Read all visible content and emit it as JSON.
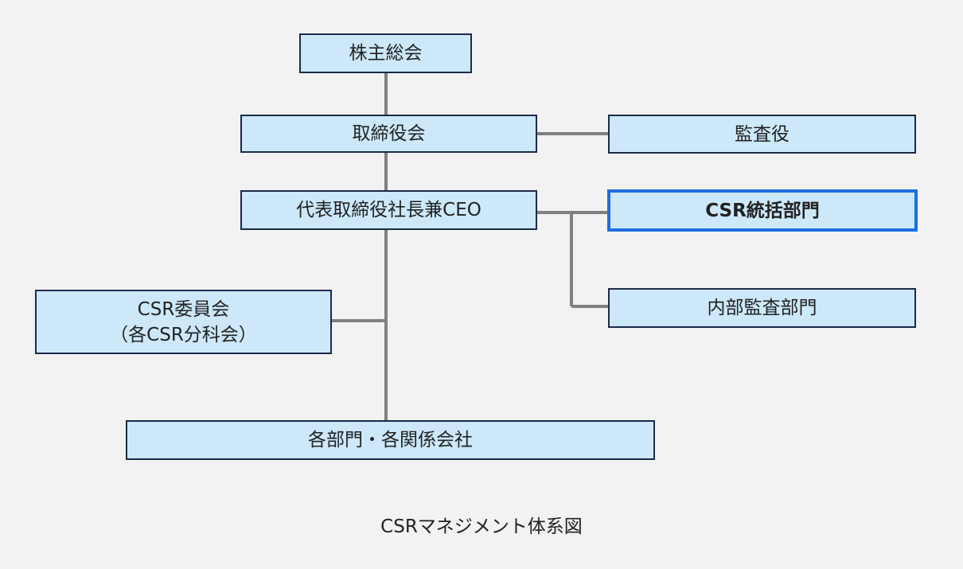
{
  "nodes": {
    "shareholders": "株主総会",
    "board": "取締役会",
    "auditor": "監査役",
    "ceo": "代表取締役社長兼CEO",
    "csr_division": "CSR統括部門",
    "internal_audit": "内部監査部門",
    "csr_committee": {
      "line1": "CSR委員会",
      "line2": "（各CSR分科会）"
    },
    "departments": "各部門・各関係会社"
  },
  "caption": "CSRマネジメント体系図",
  "colors": {
    "background": "#f2f2f2",
    "box_fill": "#cce8f9",
    "box_border": "#1b2a4a",
    "highlight_border": "#1e6fe0",
    "connector": "#808080"
  }
}
